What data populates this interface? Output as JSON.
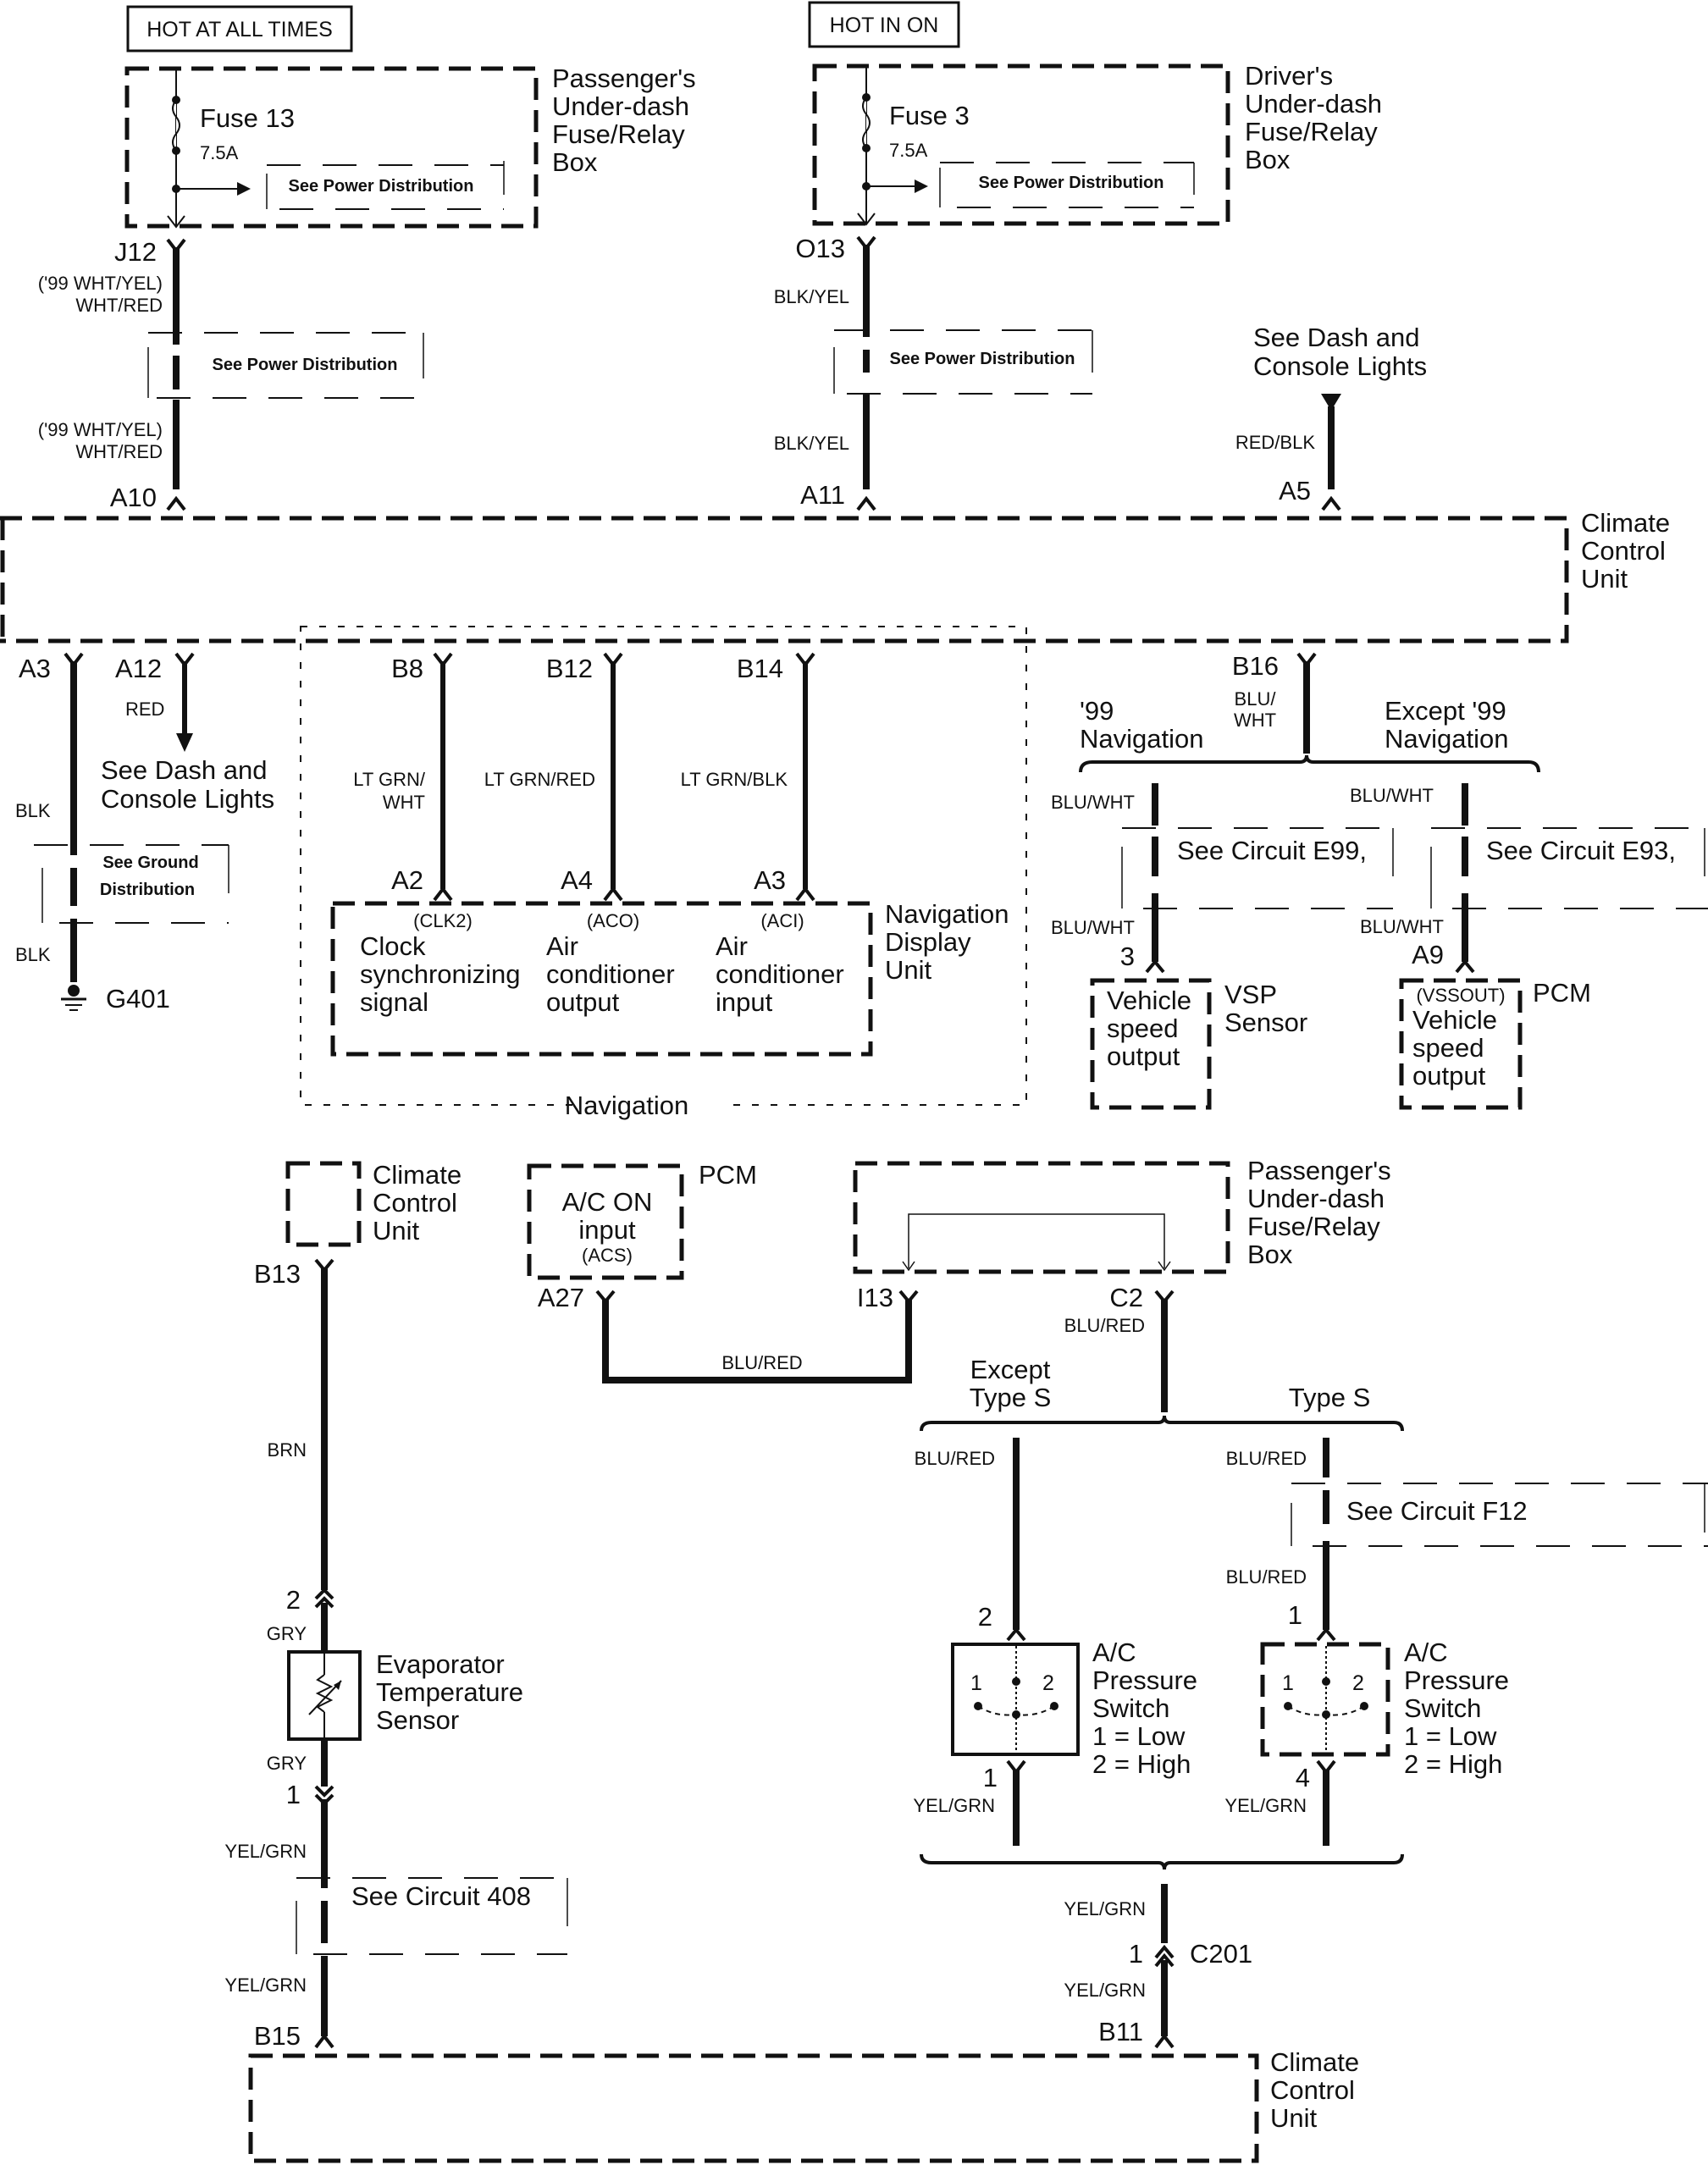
{
  "title": "Climate Control Unit wiring diagram",
  "power": {
    "hot_at_all_times": "HOT AT ALL TIMES",
    "hot_in_on": "HOT IN ON"
  },
  "passenger_fuse_box": {
    "label": [
      "Passenger's",
      "Under-dash",
      "Fuse/Relay",
      "Box"
    ],
    "fuse": "Fuse 13",
    "rating": "7.5A",
    "see": "See Power Distribution",
    "connector": "J12"
  },
  "driver_fuse_box": {
    "label": [
      "Driver's",
      "Under-dash",
      "Fuse/Relay",
      "Box"
    ],
    "fuse": "Fuse 3",
    "rating": "7.5A",
    "see": "See Power Distribution",
    "connector": "O13"
  },
  "wires_top": {
    "j12_wire": [
      "('99 WHT/YEL)",
      "WHT/RED"
    ],
    "j12_see": "See Power Distribution",
    "a10_wire": [
      "('99 WHT/YEL)",
      "WHT/RED"
    ],
    "a10": "A10",
    "o13_wire": "BLK/YEL",
    "o13_see": "See Power Distribution",
    "a11_wire": "BLK/YEL",
    "a11": "A11",
    "dash_lights_top": [
      "See Dash and",
      "Console Lights"
    ],
    "a5_wire": "RED/BLK",
    "a5": "A5"
  },
  "climate_control_unit": {
    "label": [
      "Climate",
      "Control",
      "Unit"
    ]
  },
  "left_outputs": {
    "a3": "A3",
    "a3_wire_top": "BLK",
    "ground_see": [
      "See Ground",
      "Distribution"
    ],
    "a3_wire_bottom": "BLK",
    "ground": "G401",
    "a12": "A12",
    "a12_wire": "RED",
    "dash_lights": [
      "See Dash and",
      "Console Lights"
    ]
  },
  "navigation": {
    "group_label": "Navigation",
    "unit_label": [
      "Navigation",
      "Display",
      "Unit"
    ],
    "circuits": [
      {
        "ccu_pin": "B8",
        "wire": [
          "LT GRN/",
          "WHT"
        ],
        "nav_pin": "A2",
        "code": "(CLK2)",
        "desc": [
          "Clock",
          "synchronizing",
          "signal"
        ]
      },
      {
        "ccu_pin": "B12",
        "wire": [
          "LT GRN/RED"
        ],
        "nav_pin": "A4",
        "code": "(ACO)",
        "desc": [
          "Air",
          "conditioner",
          "output"
        ]
      },
      {
        "ccu_pin": "B14",
        "wire": [
          "LT GRN/BLK"
        ],
        "nav_pin": "A3",
        "code": "(ACI)",
        "desc": [
          "Air",
          "conditioner",
          "input"
        ]
      }
    ]
  },
  "vehicle_speed": {
    "b16": "B16",
    "b16_wire": [
      "BLU/",
      "WHT"
    ],
    "branch_99": [
      "'99",
      "Navigation"
    ],
    "branch_except": [
      "Except '99",
      "Navigation"
    ],
    "left_wire_top": "BLU/WHT",
    "left_see": "See Circuit E99,",
    "left_wire_bottom": "BLU/WHT",
    "left_pin": "3",
    "vsp_box": [
      "Vehicle",
      "speed",
      "output"
    ],
    "vsp_label": [
      "VSP",
      "Sensor"
    ],
    "right_wire_top": "BLU/WHT",
    "right_see": "See Circuit E93,",
    "right_wire_bottom": "BLU/WHT",
    "right_pin": "A9",
    "pcm_code": "(VSSOUT)",
    "pcm_box": [
      "Vehicle",
      "speed",
      "output"
    ],
    "pcm_label": "PCM"
  },
  "evaporator": {
    "ccu_label": [
      "Climate",
      "Control",
      "Unit"
    ],
    "b13": "B13",
    "brn": "BRN",
    "pin2": "2",
    "gry_top": "GRY",
    "sensor_label": [
      "Evaporator",
      "Temperature",
      "Sensor"
    ],
    "gry_bottom": "GRY",
    "pin1": "1",
    "yelgrn_top": "YEL/GRN",
    "see": "See Circuit 408",
    "yelgrn_bottom": "YEL/GRN",
    "b15": "B15"
  },
  "ac_on": {
    "pcm_label": "PCM",
    "box": [
      "A/C ON",
      "input",
      "(ACS)"
    ],
    "a27": "A27",
    "wire": "BLU/RED",
    "i13": "I13",
    "c2": "C2",
    "c2_wire": "BLU/RED",
    "fuse_box_label": [
      "Passenger's",
      "Under-dash",
      "Fuse/Relay",
      "Box"
    ]
  },
  "pressure_switch": {
    "branch_except": [
      "Except",
      "Type S"
    ],
    "branch_type_s": "Type S",
    "left": {
      "wire_top": "BLU/RED",
      "pin_top": "2",
      "pin_bottom": "1",
      "wire_bottom": "YEL/GRN",
      "inner": [
        "1",
        "2"
      ],
      "label": [
        "A/C",
        "Pressure",
        "Switch",
        "1 =  Low",
        "2 =  High"
      ]
    },
    "right": {
      "wire_top": "BLU/RED",
      "see": "See Circuit F12",
      "wire_mid": "BLU/RED",
      "pin_top": "1",
      "pin_bottom": "4",
      "wire_bottom": "YEL/GRN",
      "inner": [
        "1",
        "2"
      ],
      "label": [
        "A/C",
        "Pressure",
        "Switch",
        "1 =  Low",
        "2 =  High"
      ]
    },
    "join_wire": "YEL/GRN",
    "c201_pin": "1",
    "c201": "C201",
    "b11_wire": "YEL/GRN",
    "b11": "B11"
  },
  "bottom_ccu": {
    "label": [
      "Climate",
      "Control",
      "Unit"
    ]
  }
}
